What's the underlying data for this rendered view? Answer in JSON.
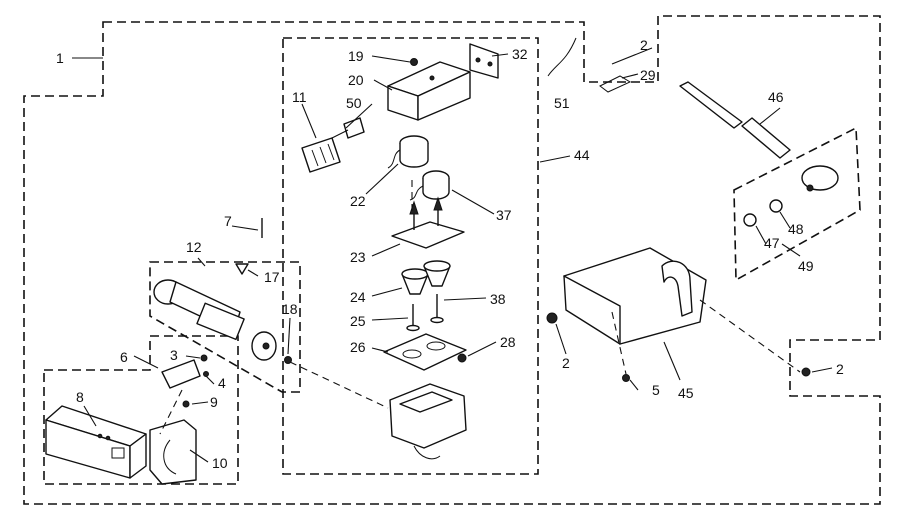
{
  "callouts": {
    "c1": "1",
    "c2a": "2",
    "c2b": "2",
    "c2c": "2",
    "c3": "3",
    "c4": "4",
    "c5": "5",
    "c6": "6",
    "c7": "7",
    "c8": "8",
    "c9": "9",
    "c10": "10",
    "c11": "11",
    "c12": "12",
    "c17": "17",
    "c18": "18",
    "c19": "19",
    "c20": "20",
    "c22": "22",
    "c23": "23",
    "c24": "24",
    "c25": "25",
    "c26": "26",
    "c28": "28",
    "c29": "29",
    "c32": "32",
    "c37": "37",
    "c38": "38",
    "c44": "44",
    "c45": "45",
    "c46": "46",
    "c47": "47",
    "c48": "48",
    "c49": "49",
    "c50": "50",
    "c51": "51"
  }
}
